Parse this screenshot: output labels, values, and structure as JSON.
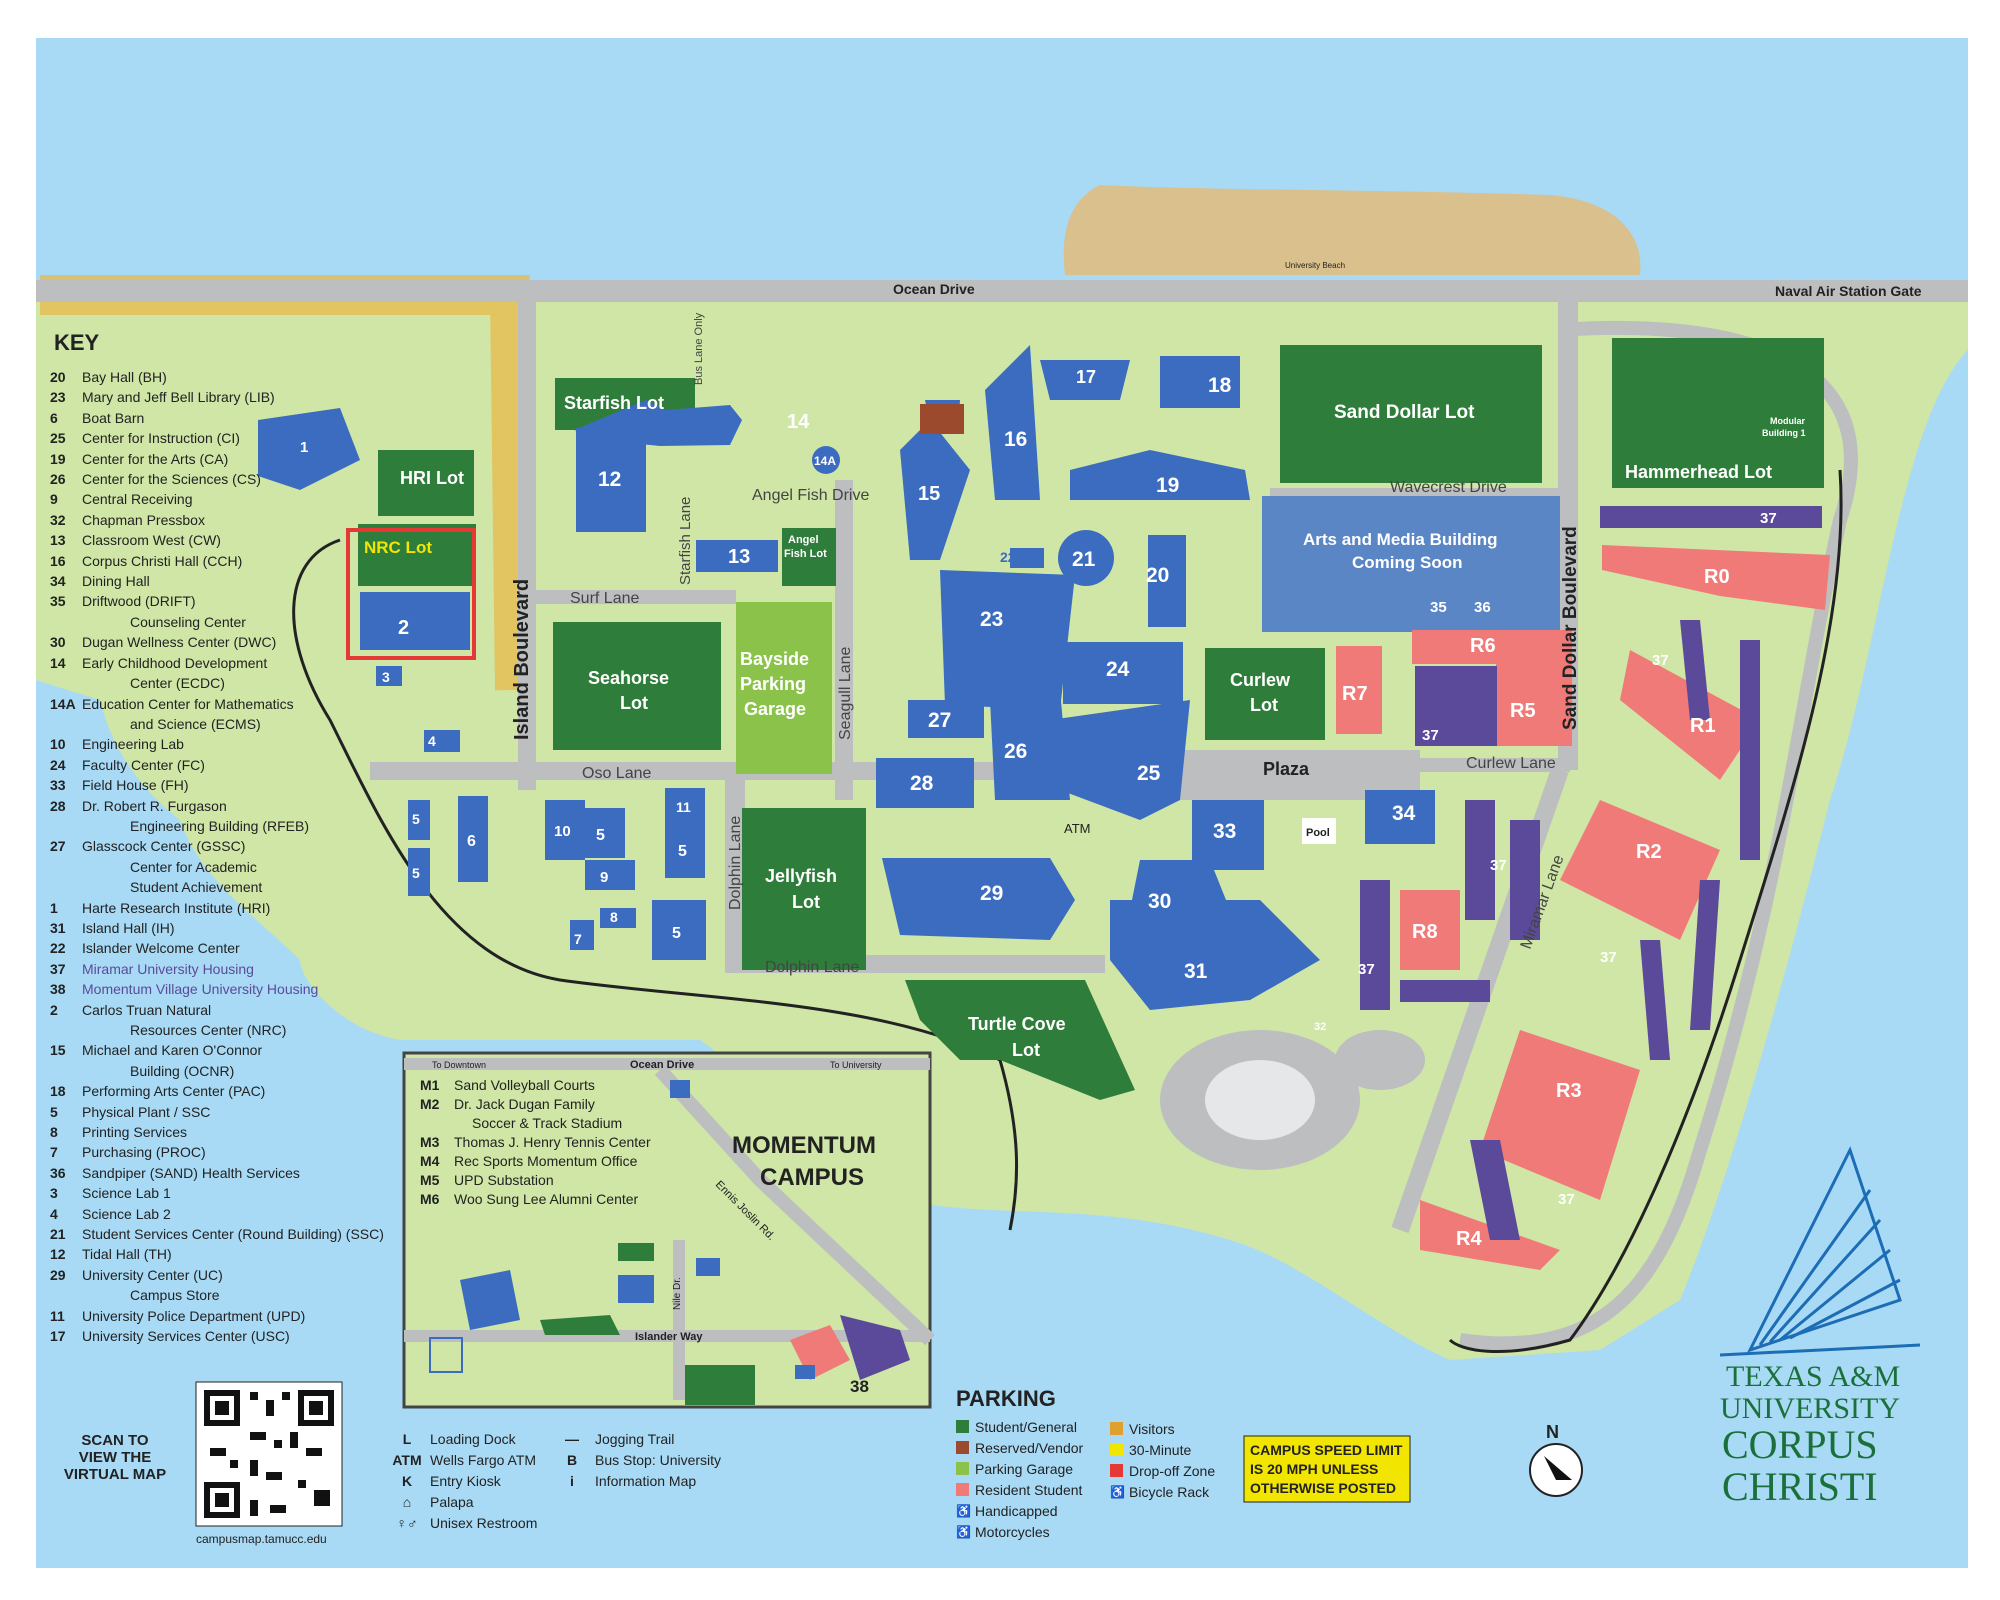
{
  "roads": {
    "ocean_drive": "Ocean Drive",
    "naval_gate": "Naval Air Station Gate",
    "university_beach": "University Beach",
    "island_blvd": "Island Boulevard",
    "sand_dollar_blvd": "Sand Dollar Boulevard",
    "surf_lane": "Surf Lane",
    "oso_lane": "Oso Lane",
    "dolphin_lane_v": "Dolphin Lane",
    "dolphin_lane_h": "Dolphin Lane",
    "seagull_lane": "Seagull Lane",
    "starfish_lane": "Starfish Lane",
    "bus_lane": "Bus Lane Only",
    "angelfish_drive": "Angel Fish Drive",
    "wavecrest_drive": "Wavecrest Drive",
    "curlew_lane": "Curlew Lane",
    "miramar_lane": "Miramar Lane",
    "plaza": "Plaza",
    "atm": "ATM",
    "pool": "Pool"
  },
  "lots": {
    "starfish": "Starfish Lot",
    "hri": "HRI Lot",
    "nrc": "NRC Lot",
    "seahorse_1": "Seahorse",
    "seahorse_2": "Lot",
    "bayside_1": "Bayside",
    "bayside_2": "Parking",
    "bayside_3": "Garage",
    "angelfish_1": "Angel",
    "angelfish_2": "Fish Lot",
    "jellyfish_1": "Jellyfish",
    "jellyfish_2": "Lot",
    "turtlecove_1": "Turtle Cove",
    "turtlecove_2": "Lot",
    "curlew_1": "Curlew",
    "curlew_2": "Lot",
    "sand_dollar": "Sand Dollar Lot",
    "hammerhead": "Hammerhead Lot",
    "modular_1": "Modular",
    "modular_2": "Building 1",
    "arts_media_1": "Arts and Media Building",
    "arts_media_2": "Coming Soon"
  },
  "resident_lots": [
    "R0",
    "R1",
    "R2",
    "R3",
    "R4",
    "R5",
    "R6",
    "R7",
    "R8"
  ],
  "building_numbers": {
    "b1": "1",
    "b2": "2",
    "b3": "3",
    "b4": "4",
    "b5a": "5",
    "b5b": "5",
    "b5c": "5",
    "b5d": "5",
    "b5e": "5",
    "b6": "6",
    "b7": "7",
    "b8": "8",
    "b9": "9",
    "b10": "10",
    "b11": "11",
    "b12": "12",
    "b13": "13",
    "b14": "14",
    "b14a": "14A",
    "b15": "15",
    "b16": "16",
    "b17": "17",
    "b18": "18",
    "b19": "19",
    "b20": "20",
    "b21": "21",
    "b22": "22",
    "b23": "23",
    "b24": "24",
    "b25": "25",
    "b26": "26",
    "b27": "27",
    "b28": "28",
    "b29": "29",
    "b30": "30",
    "b31": "31",
    "b32": "32",
    "b33": "33",
    "b34": "34",
    "b35": "35",
    "b36": "36",
    "b37": "37",
    "b38": "38"
  },
  "key": {
    "title": "KEY",
    "entries": [
      {
        "num": "20",
        "name": "Bay Hall (BH)"
      },
      {
        "num": "23",
        "name": "Mary and Jeff Bell Library (LIB)"
      },
      {
        "num": "6",
        "name": "Boat Barn"
      },
      {
        "num": "25",
        "name": "Center for Instruction (CI)"
      },
      {
        "num": "19",
        "name": "Center for the Arts (CA)"
      },
      {
        "num": "26",
        "name": "Center for the Sciences (CS)"
      },
      {
        "num": "9",
        "name": "Central Receiving"
      },
      {
        "num": "32",
        "name": "Chapman Pressbox"
      },
      {
        "num": "13",
        "name": "Classroom West (CW)"
      },
      {
        "num": "16",
        "name": "Corpus Christi Hall (CCH)"
      },
      {
        "num": "34",
        "name": "Dining Hall"
      },
      {
        "num": "35",
        "name": "Driftwood (DRIFT)"
      },
      {
        "num": "",
        "name": "Counseling Center"
      },
      {
        "num": "30",
        "name": "Dugan Wellness Center (DWC)"
      },
      {
        "num": "14",
        "name": "Early Childhood Development"
      },
      {
        "num": "",
        "name": "Center (ECDC)"
      },
      {
        "num": "14A",
        "name": "Education Center for Mathematics"
      },
      {
        "num": "",
        "name": "and Science (ECMS)"
      },
      {
        "num": "10",
        "name": "Engineering Lab"
      },
      {
        "num": "24",
        "name": "Faculty Center (FC)"
      },
      {
        "num": "33",
        "name": "Field House (FH)"
      },
      {
        "num": "28",
        "name": "Dr. Robert R. Furgason"
      },
      {
        "num": "",
        "name": "Engineering Building (RFEB)"
      },
      {
        "num": "27",
        "name": "Glasscock Center (GSSC)"
      },
      {
        "num": "",
        "name": "Center for Academic"
      },
      {
        "num": "",
        "name": "Student Achievement"
      },
      {
        "num": "1",
        "name": "Harte Research Institute (HRI)"
      },
      {
        "num": "31",
        "name": "Island Hall (IH)"
      },
      {
        "num": "22",
        "name": "Islander Welcome Center"
      },
      {
        "num": "37",
        "name": "Miramar University Housing"
      },
      {
        "num": "38",
        "name": "Momentum Village University Housing"
      },
      {
        "num": "2",
        "name": "Carlos Truan Natural"
      },
      {
        "num": "",
        "name": "Resources Center (NRC)"
      },
      {
        "num": "15",
        "name": "Michael and Karen O'Connor"
      },
      {
        "num": "",
        "name": "Building (OCNR)"
      },
      {
        "num": "18",
        "name": "Performing Arts Center (PAC)"
      },
      {
        "num": "5",
        "name": "Physical Plant / SSC"
      },
      {
        "num": "8",
        "name": "Printing Services"
      },
      {
        "num": "7",
        "name": "Purchasing (PROC)"
      },
      {
        "num": "36",
        "name": "Sandpiper (SAND) Health Services"
      },
      {
        "num": "3",
        "name": "Science Lab 1"
      },
      {
        "num": "4",
        "name": "Science Lab 2"
      },
      {
        "num": "21",
        "name": "Student Services Center (Round Building) (SSC)"
      },
      {
        "num": "12",
        "name": "Tidal Hall (TH)"
      },
      {
        "num": "29",
        "name": "University Center (UC)"
      },
      {
        "num": "",
        "name": "Campus Store"
      },
      {
        "num": "11",
        "name": "University Police Department (UPD)"
      },
      {
        "num": "17",
        "name": "University Services Center (USC)"
      }
    ]
  },
  "scan": {
    "line1": "SCAN TO",
    "line2": "VIEW THE",
    "line3": "VIRTUAL MAP",
    "url": "campusmap.tamucc.edu"
  },
  "symbols": [
    {
      "sym": "L",
      "label": "Loading Dock"
    },
    {
      "sym": "ATM",
      "label": "Wells Fargo ATM"
    },
    {
      "sym": "K",
      "label": "Entry Kiosk"
    },
    {
      "sym": "⌂",
      "label": "Palapa"
    },
    {
      "sym": "♀♂",
      "label": "Unisex Restroom"
    }
  ],
  "symbols2": [
    {
      "sym": "—",
      "label": "Jogging Trail"
    },
    {
      "sym": "B",
      "label": "Bus Stop: University"
    },
    {
      "sym": "i",
      "label": "Information Map"
    }
  ],
  "momentum": {
    "title_1": "MOMENTUM",
    "title_2": "CAMPUS",
    "to_downtown": "To Downtown",
    "ocean_drive": "Ocean Drive",
    "to_university": "To University",
    "ennis_joslin": "Ennis Joslin Rd.",
    "nile_dr": "Nile Dr.",
    "islander_way": "Islander Way",
    "entries": [
      {
        "code": "M1",
        "name": "Sand Volleyball Courts"
      },
      {
        "code": "M2",
        "name": "Dr. Jack Dugan Family"
      },
      {
        "code": "",
        "name": "Soccer & Track Stadium"
      },
      {
        "code": "M3",
        "name": "Thomas J. Henry Tennis Center"
      },
      {
        "code": "M4",
        "name": "Rec Sports Momentum Office"
      },
      {
        "code": "M5",
        "name": "UPD Substation"
      },
      {
        "code": "M6",
        "name": "Woo Sung Lee Alumni Center"
      }
    ]
  },
  "parking_legend": {
    "title": "PARKING",
    "items": [
      {
        "label": "Student/General",
        "color": "#2e7d3a"
      },
      {
        "label": "Reserved/Vendor",
        "color": "#9c4a2e"
      },
      {
        "label": "Parking Garage",
        "color": "#8bc34a"
      },
      {
        "label": "Resident Student",
        "color": "#f07a78"
      },
      {
        "label": "Handicapped",
        "color": ""
      },
      {
        "label": "Motorcycles",
        "color": ""
      }
    ],
    "items2": [
      {
        "label": "Visitors",
        "color": "#e0a030"
      },
      {
        "label": "30-Minute",
        "color": "#f2e600"
      },
      {
        "label": "Drop-off Zone",
        "color": "#e53935"
      },
      {
        "label": "Bicycle Rack",
        "color": ""
      }
    ]
  },
  "speed": {
    "line1": "CAMPUS SPEED LIMIT",
    "line2": "IS 20 MPH UNLESS",
    "line3": "OTHERWISE POSTED"
  },
  "north": "N",
  "logo": {
    "line1": "TEXAS A&M",
    "line2": "UNIVERSITY",
    "line3": "CORPUS",
    "line4": "CHRISTI"
  },
  "colors": {
    "water": "#a8daf5",
    "land": "#cfe6a6",
    "sand": "#d9c08c",
    "road": "#bdbec0",
    "building": "#3b6cbf",
    "lot_green": "#2e7d3a",
    "garage": "#8bc34a",
    "resident": "#f07a78",
    "housing": "#5b4a9a",
    "highlight": "#e8b84a",
    "arts_media": "#5b86c5"
  }
}
